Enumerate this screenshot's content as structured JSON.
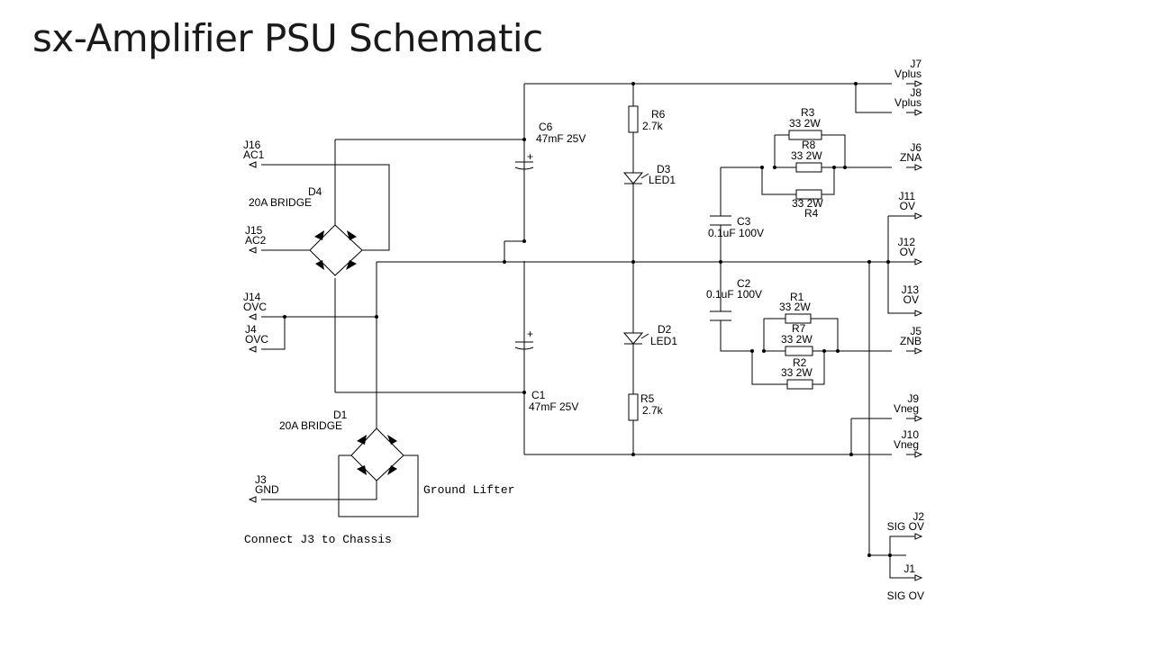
{
  "slide": {
    "title": "sx-Amplifier PSU Schematic"
  },
  "connectors": [
    {
      "ref": "J7",
      "net": "Vplus"
    },
    {
      "ref": "J8",
      "net": "Vplus"
    },
    {
      "ref": "J6",
      "net": "ZNA"
    },
    {
      "ref": "J11",
      "net": "OV"
    },
    {
      "ref": "J12",
      "net": "OV"
    },
    {
      "ref": "J13",
      "net": "OV"
    },
    {
      "ref": "J5",
      "net": "ZNB"
    },
    {
      "ref": "J9",
      "net": "Vneg"
    },
    {
      "ref": "J10",
      "net": "Vneg"
    },
    {
      "ref": "J2",
      "net": "SIG OV"
    },
    {
      "ref": "J1",
      "net": "SIG OV"
    },
    {
      "ref": "J16",
      "net": "AC1"
    },
    {
      "ref": "J15",
      "net": "AC2"
    },
    {
      "ref": "J14",
      "net": "OVC"
    },
    {
      "ref": "J4",
      "net": "OVC"
    },
    {
      "ref": "J3",
      "net": "GND"
    }
  ],
  "components": [
    {
      "ref": "D4",
      "value": "20A BRIDGE"
    },
    {
      "ref": "D1",
      "value": "20A BRIDGE"
    },
    {
      "ref": "C6",
      "value": "47mF 25V"
    },
    {
      "ref": "C1",
      "value": "47mF 25V"
    },
    {
      "ref": "R6",
      "value": "2.7k"
    },
    {
      "ref": "R5",
      "value": "2.7k"
    },
    {
      "ref": "D3",
      "value": "LED1"
    },
    {
      "ref": "D2",
      "value": "LED1"
    },
    {
      "ref": "C3",
      "value": "0.1uF 100V"
    },
    {
      "ref": "C2",
      "value": "0.1uF 100V"
    },
    {
      "ref": "R3",
      "value": "33 2W"
    },
    {
      "ref": "R8",
      "value": "33 2W"
    },
    {
      "ref": "R4",
      "value": "33 2W"
    },
    {
      "ref": "R1",
      "value": "33 2W"
    },
    {
      "ref": "R7",
      "value": "33 2W"
    },
    {
      "ref": "R2",
      "value": "33 2W"
    }
  ],
  "notes": {
    "ground_lifter": "Ground Lifter",
    "chassis": "Connect J3 to Chassis"
  },
  "cap_polarity": "+"
}
